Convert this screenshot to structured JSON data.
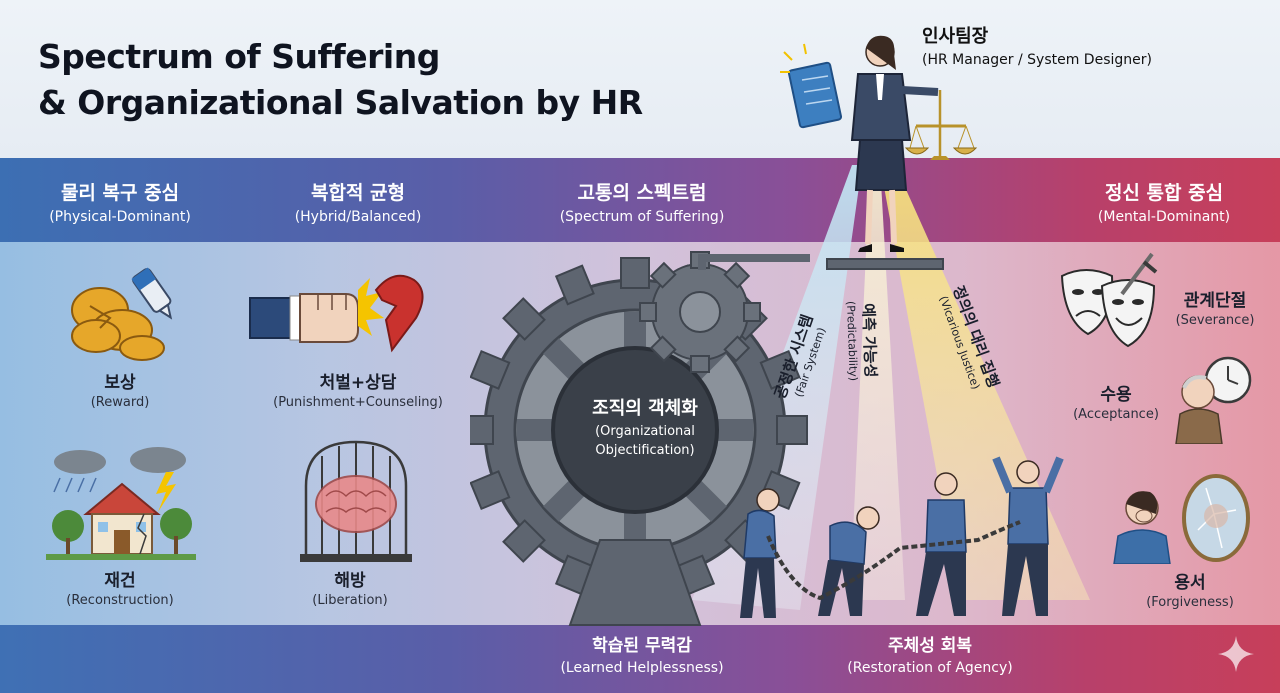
{
  "title": {
    "line1": "Spectrum of Suffering",
    "line2": "& Organizational Salvation by HR"
  },
  "hr_manager": {
    "ko": "인사팀장",
    "en": "(HR Manager / System Designer)"
  },
  "columns": [
    {
      "ko": "물리 복구 중심",
      "en": "(Physical-Dominant)"
    },
    {
      "ko": "복합적 균형",
      "en": "(Hybrid/Balanced)"
    },
    {
      "ko": "고통의 스펙트럼",
      "en": "(Spectrum of Suffering)"
    },
    {
      "ko": "정신 통합 중심",
      "en": "(Mental-Dominant)"
    }
  ],
  "left_items": [
    {
      "ko": "보상",
      "en": "(Reward)",
      "icon": "coins-glue-icon"
    },
    {
      "ko": "재건",
      "en": "(Reconstruction)",
      "icon": "storm-house-icon"
    },
    {
      "ko": "처벌+상담",
      "en": "(Punishment+Counseling)",
      "icon": "fist-heart-icon"
    },
    {
      "ko": "해방",
      "en": "(Liberation)",
      "icon": "caged-brain-icon"
    }
  ],
  "right_items": [
    {
      "ko": "관계단절",
      "en": "(Severance)",
      "icon": "theater-masks-icon"
    },
    {
      "ko": "수용",
      "en": "(Acceptance)",
      "icon": "elderly-clock-icon"
    },
    {
      "ko": "용서",
      "en": "(Forgiveness)",
      "icon": "mirror-crying-icon"
    }
  ],
  "gear": {
    "ko": "조직의 객체화",
    "en1": "(Organizational",
    "en2": "Objectification)"
  },
  "beams": [
    {
      "ko": "공정한 시스템",
      "en": "(Fair System)"
    },
    {
      "ko": "예측 가능성",
      "en": "(Predictability)"
    },
    {
      "ko": "정의의 대리 집행",
      "en": "(Vicarious Justice)"
    }
  ],
  "bottom": [
    {
      "ko": "학습된 무력감",
      "en": "(Learned Helplessness)"
    },
    {
      "ko": "주체성 회복",
      "en": "(Restoration of Agency)"
    }
  ],
  "colors": {
    "blue": "#3c6fb3",
    "purple": "#8a4f97",
    "crimson": "#c73f5a",
    "gear": "#5f6670",
    "beam": "#f3e7a8"
  }
}
